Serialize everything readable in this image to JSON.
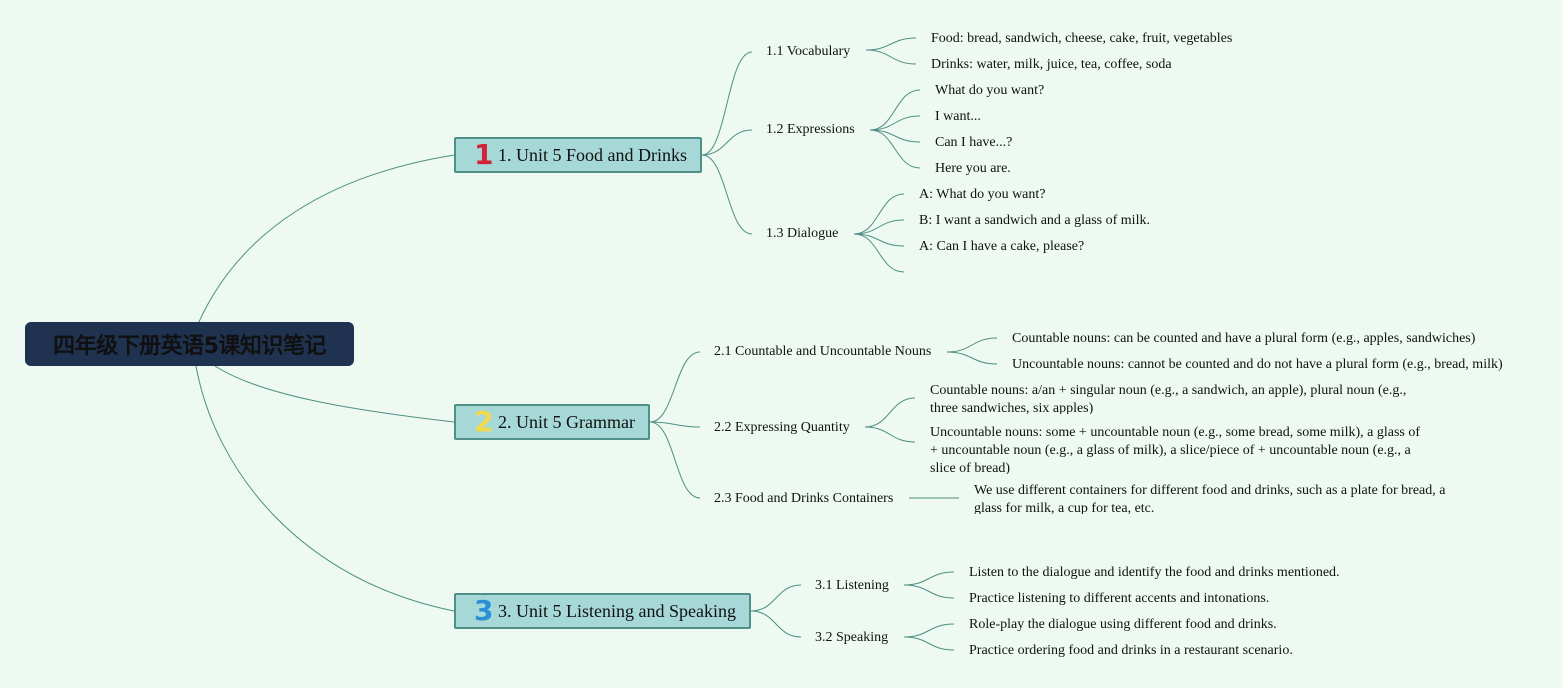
{
  "root": {
    "title": "四年级下册英语5课知识笔记"
  },
  "branches": [
    {
      "number": "1",
      "number_color": "#d2233a",
      "label": "1. Unit 5 Food and Drinks",
      "subs": [
        {
          "label": "1.1 Vocabulary",
          "items": [
            "Food: bread, sandwich, cheese, cake, fruit, vegetables",
            "Drinks: water, milk, juice, tea, coffee, soda"
          ]
        },
        {
          "label": "1.2 Expressions",
          "items": [
            "What do you want?",
            "I want...",
            "Can I have...?",
            "Here you are."
          ]
        },
        {
          "label": "1.3 Dialogue",
          "items": [
            "A: What do you want?",
            "B: I want a sandwich and a glass of milk.",
            "A: Can I have a cake, please?",
            ""
          ]
        }
      ]
    },
    {
      "number": "2",
      "number_color": "#f2d94a",
      "label": "2. Unit 5 Grammar",
      "subs": [
        {
          "label": "2.1 Countable and Uncountable Nouns",
          "items": [
            "Countable nouns: can be counted and have a plural form (e.g., apples, sandwiches)",
            "Uncountable nouns: cannot be counted and do not have a plural form (e.g., bread, milk)"
          ]
        },
        {
          "label": "2.2 Expressing Quantity",
          "items": [
            "Countable nouns: a/an + singular noun (e.g., a sandwich, an apple), plural noun (e.g., three sandwiches, six apples)",
            "Uncountable nouns: some + uncountable noun (e.g., some bread, some milk), a glass of + uncountable noun (e.g., a glass of milk), a slice/piece of + uncountable noun (e.g., a slice of bread)"
          ]
        },
        {
          "label": "2.3 Food and Drinks Containers",
          "items": [
            "We use different containers for different food and drinks, such as a plate for bread, a glass for milk, a cup for tea, etc."
          ]
        }
      ]
    },
    {
      "number": "3",
      "number_color": "#2b8fd6",
      "label": "3. Unit 5 Listening and Speaking",
      "subs": [
        {
          "label": "3.1 Listening",
          "items": [
            "Listen to the dialogue and identify the food and drinks mentioned.",
            "Practice listening to different accents and intonations."
          ]
        },
        {
          "label": "3.2 Speaking",
          "items": [
            "Role-play the dialogue using different food and drinks.",
            "Practice ordering food and drinks in a restaurant scenario."
          ]
        }
      ]
    }
  ]
}
